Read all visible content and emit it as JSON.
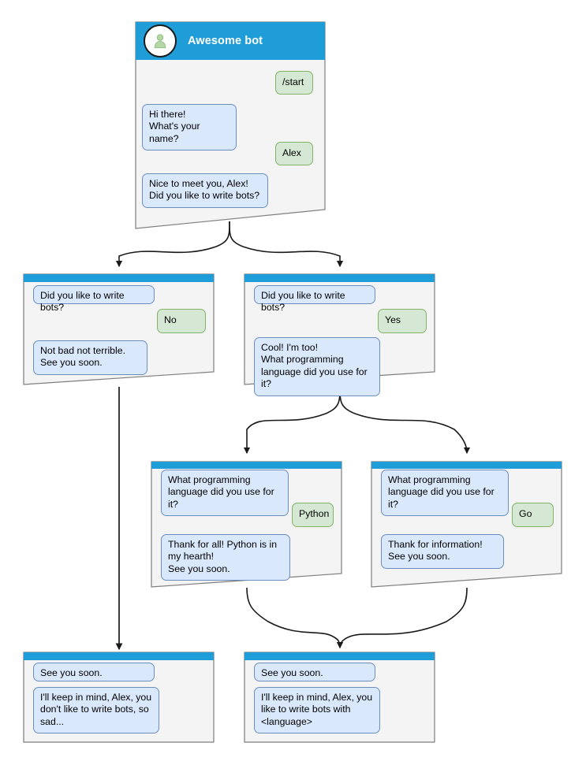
{
  "diagram": {
    "title": "Telegram bot conversation flow",
    "colors": {
      "header_blue": "#1e9dd8",
      "panel_bg": "#f4f4f4",
      "panel_border": "#7d7d7d",
      "bot_bubble_fill": "#dae8fc",
      "bot_bubble_border": "#6c8ebf",
      "user_bubble_fill": "#d5e8d4",
      "user_bubble_border": "#82b366",
      "edge_stroke": "#1a1a1a",
      "avatar_fill": "#b5d6a7"
    }
  },
  "nodes": [
    {
      "id": "root",
      "name": "awesome-bot-root",
      "has_titlebar": true,
      "title": "Awesome bot",
      "avatar_icon": "person-avatar-icon",
      "messages": [
        {
          "role": "user",
          "text": "/start"
        },
        {
          "role": "bot",
          "text": "Hi there!\nWhat's your name?"
        },
        {
          "role": "user",
          "text": "Alex"
        },
        {
          "role": "bot",
          "text": "Nice to meet you, Alex!\nDid you like to write bots?"
        }
      ]
    },
    {
      "id": "no-branch",
      "name": "no-branch-node",
      "has_titlebar": false,
      "title": "",
      "messages": [
        {
          "role": "bot",
          "text": "Did you like to write bots?"
        },
        {
          "role": "user",
          "text": "No"
        },
        {
          "role": "bot",
          "text": "Not bad not terrible.\nSee you soon."
        }
      ]
    },
    {
      "id": "yes-branch",
      "name": "yes-branch-node",
      "has_titlebar": false,
      "title": "",
      "messages": [
        {
          "role": "bot",
          "text": "Did you like to write bots?"
        },
        {
          "role": "user",
          "text": "Yes"
        },
        {
          "role": "bot",
          "text": "Cool! I'm too!\nWhat programming\nlanguage did you use for it?"
        }
      ]
    },
    {
      "id": "python-branch",
      "name": "python-branch-node",
      "has_titlebar": false,
      "title": "",
      "messages": [
        {
          "role": "bot",
          "text": "What programming\nlanguage did you use for it?"
        },
        {
          "role": "user",
          "text": "Python"
        },
        {
          "role": "bot",
          "text": "Thank for all! Python is in\nmy hearth!\nSee you soon."
        }
      ]
    },
    {
      "id": "go-branch",
      "name": "go-branch-node",
      "has_titlebar": false,
      "title": "",
      "messages": [
        {
          "role": "bot",
          "text": "What programming\nlanguage did you use for it?"
        },
        {
          "role": "user",
          "text": "Go"
        },
        {
          "role": "bot",
          "text": "Thank for information!\nSee you soon."
        }
      ]
    },
    {
      "id": "end-sad",
      "name": "end-sad-node",
      "has_titlebar": false,
      "title": "",
      "messages": [
        {
          "role": "bot",
          "text": "See you soon."
        },
        {
          "role": "bot",
          "text": "I'll keep in mind, Alex, you\ndon't like to write bots, so\nsad..."
        }
      ]
    },
    {
      "id": "end-happy",
      "name": "end-happy-node",
      "has_titlebar": false,
      "title": "",
      "messages": [
        {
          "role": "bot",
          "text": "See you soon."
        },
        {
          "role": "bot",
          "text": "I'll keep in mind, Alex, you\nlike to write bots with\n<language>"
        }
      ]
    }
  ]
}
